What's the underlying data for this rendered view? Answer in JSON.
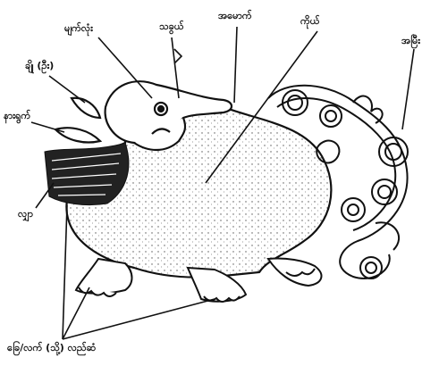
{
  "labels": {
    "eye": "မျက်လုံး",
    "tusk_claw": "သခွယ်",
    "nose": "အမောက်",
    "body": "ကိုယ်",
    "tail": "အမြီး",
    "horn": "ချို (ဦး)",
    "ear": "နားရွက်",
    "tongue": "လျှာ",
    "feet": "ခြေ/လက် (သို့) လည်ဆံ"
  },
  "colors": {
    "ink": "#111111",
    "paper": "#ffffff",
    "stipple": "#555555"
  }
}
